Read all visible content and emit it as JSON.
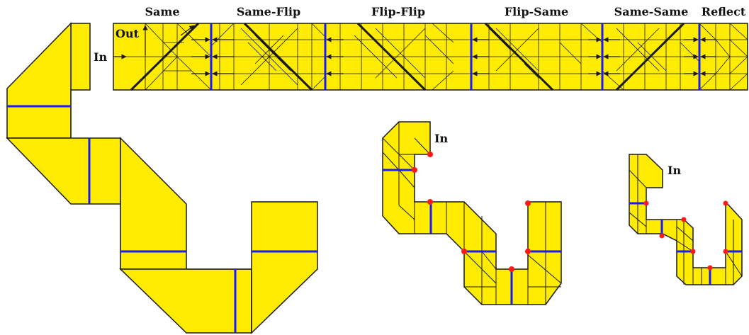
{
  "colors": {
    "fill": "#ffec00",
    "outline": "#1a1a1a",
    "crease": "#1a1a1a",
    "seam": "#1a1aff",
    "dot": "#ff1a1a",
    "background": "#ffffff"
  },
  "strip": {
    "gadget_labels": [
      "Same",
      "Same-Flip",
      "Flip-Flip",
      "Flip-Same",
      "Same-Same",
      "Reflect"
    ],
    "in_label": "In",
    "out_label": "Out"
  },
  "large_path": {
    "in_label": ""
  },
  "medium_path": {
    "in_label": "In"
  },
  "small_path": {
    "in_label": "In"
  }
}
